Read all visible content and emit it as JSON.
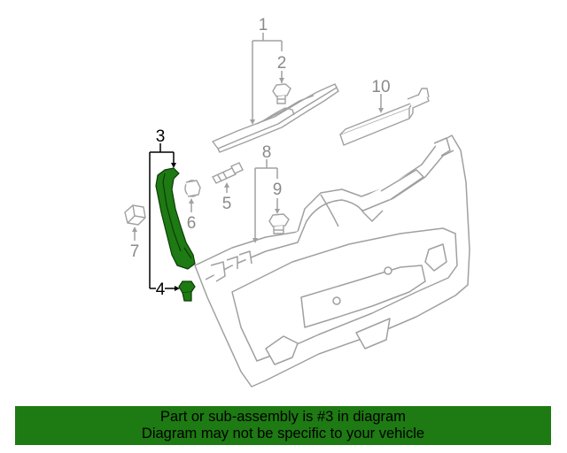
{
  "callouts": [
    {
      "id": "1",
      "label": "1",
      "highlight": false
    },
    {
      "id": "2",
      "label": "2",
      "highlight": false
    },
    {
      "id": "3",
      "label": "3",
      "highlight": true
    },
    {
      "id": "4",
      "label": "4",
      "highlight": true
    },
    {
      "id": "5",
      "label": "5",
      "highlight": false
    },
    {
      "id": "6",
      "label": "6",
      "highlight": false
    },
    {
      "id": "7",
      "label": "7",
      "highlight": false
    },
    {
      "id": "8",
      "label": "8",
      "highlight": false
    },
    {
      "id": "9",
      "label": "9",
      "highlight": false
    },
    {
      "id": "10",
      "label": "10",
      "highlight": false
    }
  ],
  "banner": {
    "line1": "Part or sub-assembly is #3 in diagram",
    "line2": "Diagram may not be specific to your vehicle"
  },
  "colors": {
    "highlight_part": "#1e7a12",
    "banner_bg": "#1e7a12",
    "line_gray": "#a0a0a0",
    "text_gray": "#8a8a8a",
    "text_black": "#000000"
  }
}
